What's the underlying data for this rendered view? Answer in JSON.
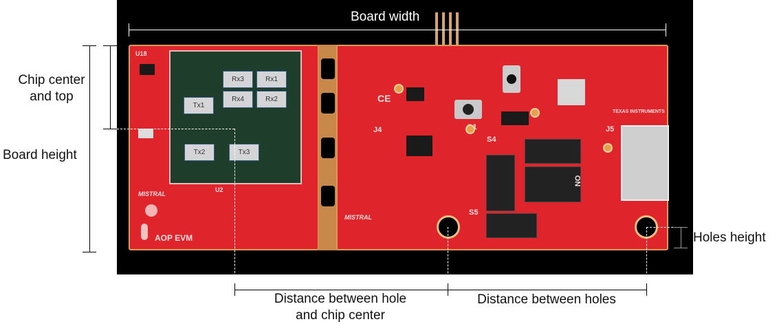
{
  "diagram": {
    "annotations": {
      "board_width": "Board width",
      "chip_center_and_top_line1": "Chip center",
      "chip_center_and_top_line2": "and top",
      "board_height": "Board height",
      "holes_height": "Holes height",
      "distance_hole_chip_line1": "Distance between hole",
      "distance_hole_chip_line2": "and chip center",
      "distance_between_holes": "Distance between holes"
    },
    "chip_antennas": {
      "rx3": "Rx3",
      "rx1": "Rx1",
      "rx4": "Rx4",
      "rx2": "Rx2",
      "tx1": "Tx1",
      "tx2": "Tx2",
      "tx3": "Tx3"
    },
    "board_silkscreen": {
      "u18": "U18",
      "u2": "U2",
      "j4": "J4",
      "j5": "J5",
      "q1": "Q1",
      "s4": "S4",
      "s5": "S5",
      "on": "ON",
      "mistral_left": "MISTRAL",
      "mistral_right": "MISTRAL",
      "aop_evm": "AOP EVM",
      "texas_instruments": "TEXAS INSTRUMENTS",
      "ce": "CE"
    },
    "colors": {
      "pcb_red": "#e0242c",
      "gold_edge": "#d99a5a",
      "chip_green": "#1f3d2b",
      "antenna_patch": "#d5d5d7",
      "photo_background": "#000000"
    }
  }
}
